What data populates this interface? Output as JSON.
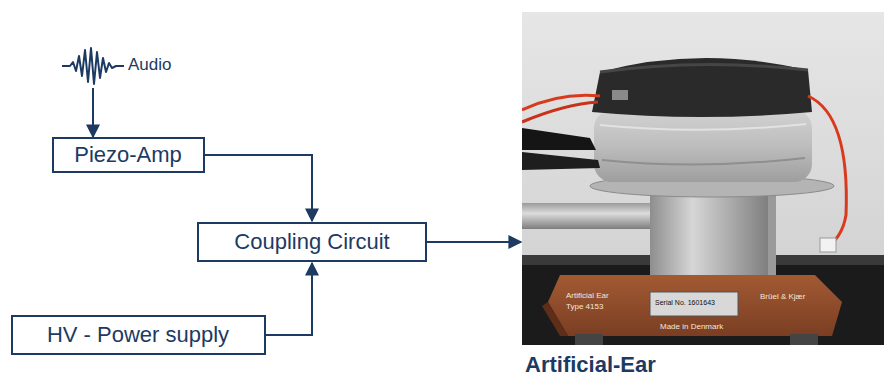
{
  "diagram": {
    "nodes": [
      {
        "text": [
          "Piezo-Amp"
        ]
      },
      {
        "text": [
          "Coupling Circuit"
        ]
      },
      {
        "text": [
          "HV - Power supply"
        ]
      },
      {
        "text": [
          "Artificial-Ear"
        ]
      }
    ],
    "edges": [
      {
        "from": 0,
        "to": 1,
        "arrow": "to"
      },
      {
        "from": 2,
        "to": 1,
        "arrow": "to"
      },
      {
        "from": 1,
        "to": 3,
        "arrow": "to"
      }
    ],
    "labels": [
      "Audio",
      "Artificial Ear",
      "Type 4153",
      "Serial No. 1601643",
      "Brüel & Kjær",
      "Made in Denmark"
    ]
  }
}
